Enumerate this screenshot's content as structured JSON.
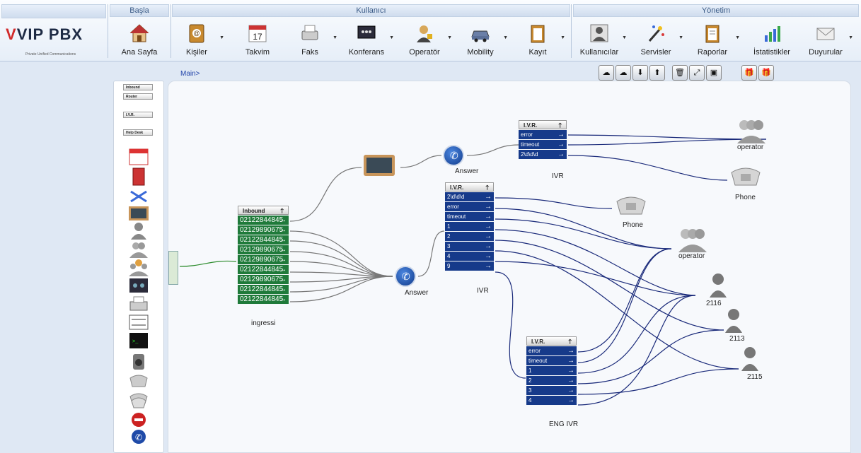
{
  "logo": {
    "brand": "VIP PBX",
    "tagline": "Private Unified Communications"
  },
  "groups": [
    {
      "title": "Başla",
      "buttons": [
        {
          "label": "Ana Sayfa",
          "icon": "house-icon"
        }
      ]
    },
    {
      "title": "Kullanıcı",
      "buttons": [
        {
          "label": "Kişiler",
          "icon": "address-book-icon"
        },
        {
          "label": "Takvim",
          "icon": "calendar-icon",
          "day": "17"
        },
        {
          "label": "Faks",
          "icon": "fax-icon"
        },
        {
          "label": "Konferans",
          "icon": "conference-icon"
        },
        {
          "label": "Operatör",
          "icon": "operator-icon"
        },
        {
          "label": "Mobility",
          "icon": "car-icon"
        },
        {
          "label": "Kayıt",
          "icon": "clipboard-icon"
        }
      ]
    },
    {
      "title": "Yönetim",
      "buttons": [
        {
          "label": "Kullanıcılar",
          "icon": "users-icon"
        },
        {
          "label": "Servisler",
          "icon": "magic-wand-icon"
        },
        {
          "label": "Raporlar",
          "icon": "report-icon"
        },
        {
          "label": "İstatistikler",
          "icon": "statistics-icon"
        },
        {
          "label": "Duyurular",
          "icon": "envelope-icon"
        }
      ]
    }
  ],
  "breadcrumb": "Main>",
  "palette": {
    "mini": [
      "Inbound",
      "Router",
      "I.V.R.",
      "Help Desk"
    ]
  },
  "nodes": {
    "inbound": {
      "header": "Inbound",
      "caption": "ingressi",
      "numbers": [
        "02122844845",
        "02129890675",
        "02122844845",
        "02129890675",
        "02129890675",
        "02122844845",
        "02129890675",
        "02122844845",
        "02122844845"
      ]
    },
    "answer1": {
      "caption": "Answer"
    },
    "answer2": {
      "caption": "Answer"
    },
    "ivr_top": {
      "header": "I.V.R.",
      "caption": "IVR",
      "rows": [
        "error",
        "timeout",
        "2\\d\\d\\d"
      ]
    },
    "ivr_mid": {
      "header": "I.V.R.",
      "caption": "IVR",
      "rows": [
        "2\\d\\d\\d",
        "error",
        "timeout",
        "1",
        "2",
        "3",
        "4",
        "9"
      ]
    },
    "ivr_eng": {
      "header": "I.V.R.",
      "caption": "ENG IVR",
      "rows": [
        "error",
        "timeout",
        "1",
        "2",
        "3",
        "4"
      ]
    }
  },
  "endpoints": {
    "operator_top": "operator",
    "phone_top": "Phone",
    "phone_mid": "Phone",
    "operator_mid": "operator",
    "ext_2116": "2116",
    "ext_2113": "2113",
    "ext_2115": "2115"
  }
}
